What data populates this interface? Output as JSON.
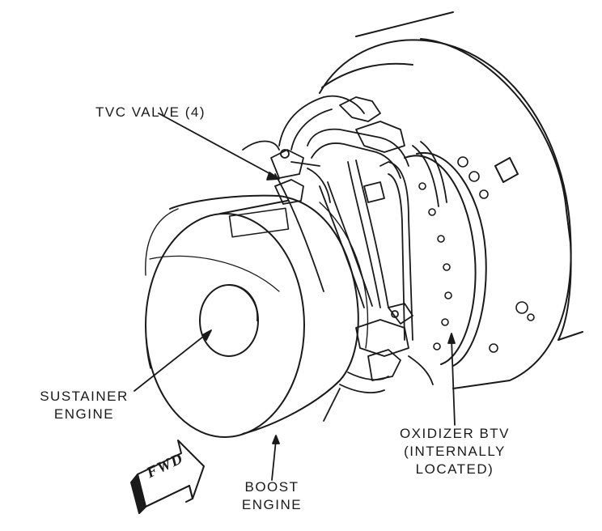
{
  "labels": {
    "tvc_valve": "TVC VALVE (4)",
    "sustainer": [
      "SUSTAINER",
      "ENGINE"
    ],
    "boost": [
      "BOOST",
      "ENGINE"
    ],
    "oxidizer": [
      "OXIDIZER BTV",
      "(INTERNALLY",
      "LOCATED)"
    ],
    "fwd": "FWD"
  },
  "colors": {
    "ink": "#1a1a1a",
    "paper": "#ffffff"
  }
}
